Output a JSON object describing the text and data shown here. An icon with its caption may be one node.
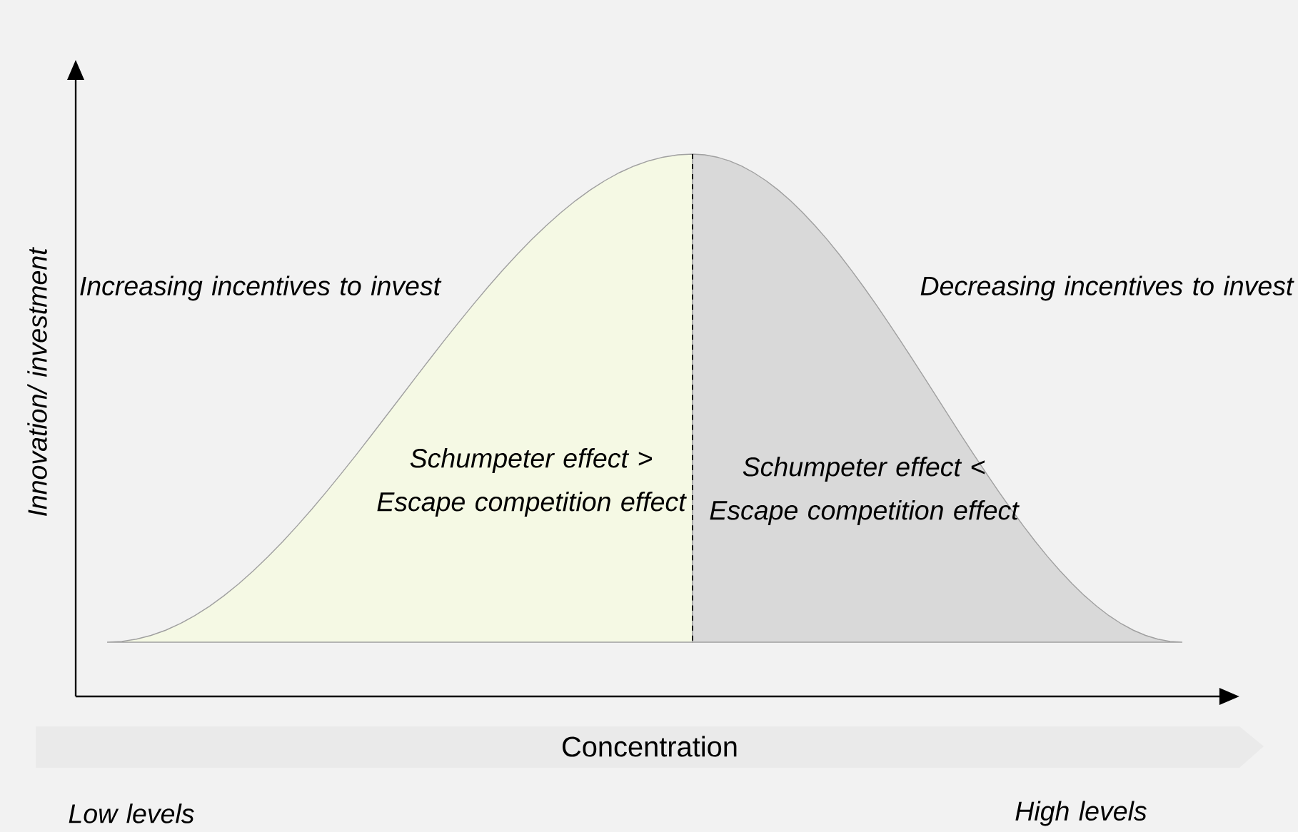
{
  "diagram": {
    "nodes": [
      {
        "text": [
          "Schumpeter effect > Escape competition effect"
        ]
      },
      {
        "text": [
          "Schumpeter effect < Escape competition effect"
        ]
      }
    ],
    "labels": [
      "Innovation/ investment",
      "Increasing incentives to invest",
      "Decreasing incentives to invest",
      "Concentration",
      "Low levels",
      "High levels"
    ]
  }
}
